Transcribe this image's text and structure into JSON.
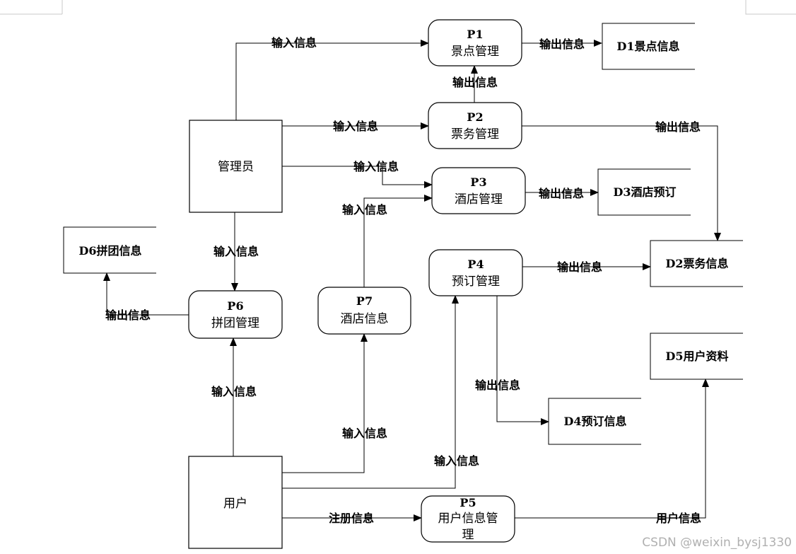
{
  "entities": {
    "admin": "管理员",
    "user": "用户"
  },
  "processes": {
    "p1": {
      "id": "P1",
      "name": "景点管理"
    },
    "p2": {
      "id": "P2",
      "name": "票务管理"
    },
    "p3": {
      "id": "P3",
      "name": "酒店管理"
    },
    "p4": {
      "id": "P4",
      "name": "预订管理"
    },
    "p5": {
      "id": "P5",
      "name_line1": "用户信息管",
      "name_line2": "理"
    },
    "p6": {
      "id": "P6",
      "name": "拼团管理"
    },
    "p7": {
      "id": "P7",
      "name": "酒店信息"
    }
  },
  "stores": {
    "d1": "D1景点信息",
    "d2": "D2票务信息",
    "d3": "D3酒店预订",
    "d4": "D4预订信息",
    "d5": "D5用户资料",
    "d6": "D6拼团信息"
  },
  "flows": {
    "admin_p1": "输入信息",
    "p1_d1": "输出信息",
    "p2_p1": "输出信息",
    "admin_p2": "输入信息",
    "p2_d2": "输出信息",
    "admin_p3": "输入信息",
    "p7_p3": "输入信息",
    "p3_d3": "输出信息",
    "admin_p6": "输入信息",
    "p6_d6": "输出信息",
    "p4_d2": "输出信息",
    "p4_d4": "输出信息",
    "user_p6": "输入信息",
    "user_p7": "输入信息",
    "user_p4": "输入信息",
    "user_p5": "注册信息",
    "p5_d5": "用户信息"
  },
  "watermark": "CSDN @weixin_bysj1330"
}
